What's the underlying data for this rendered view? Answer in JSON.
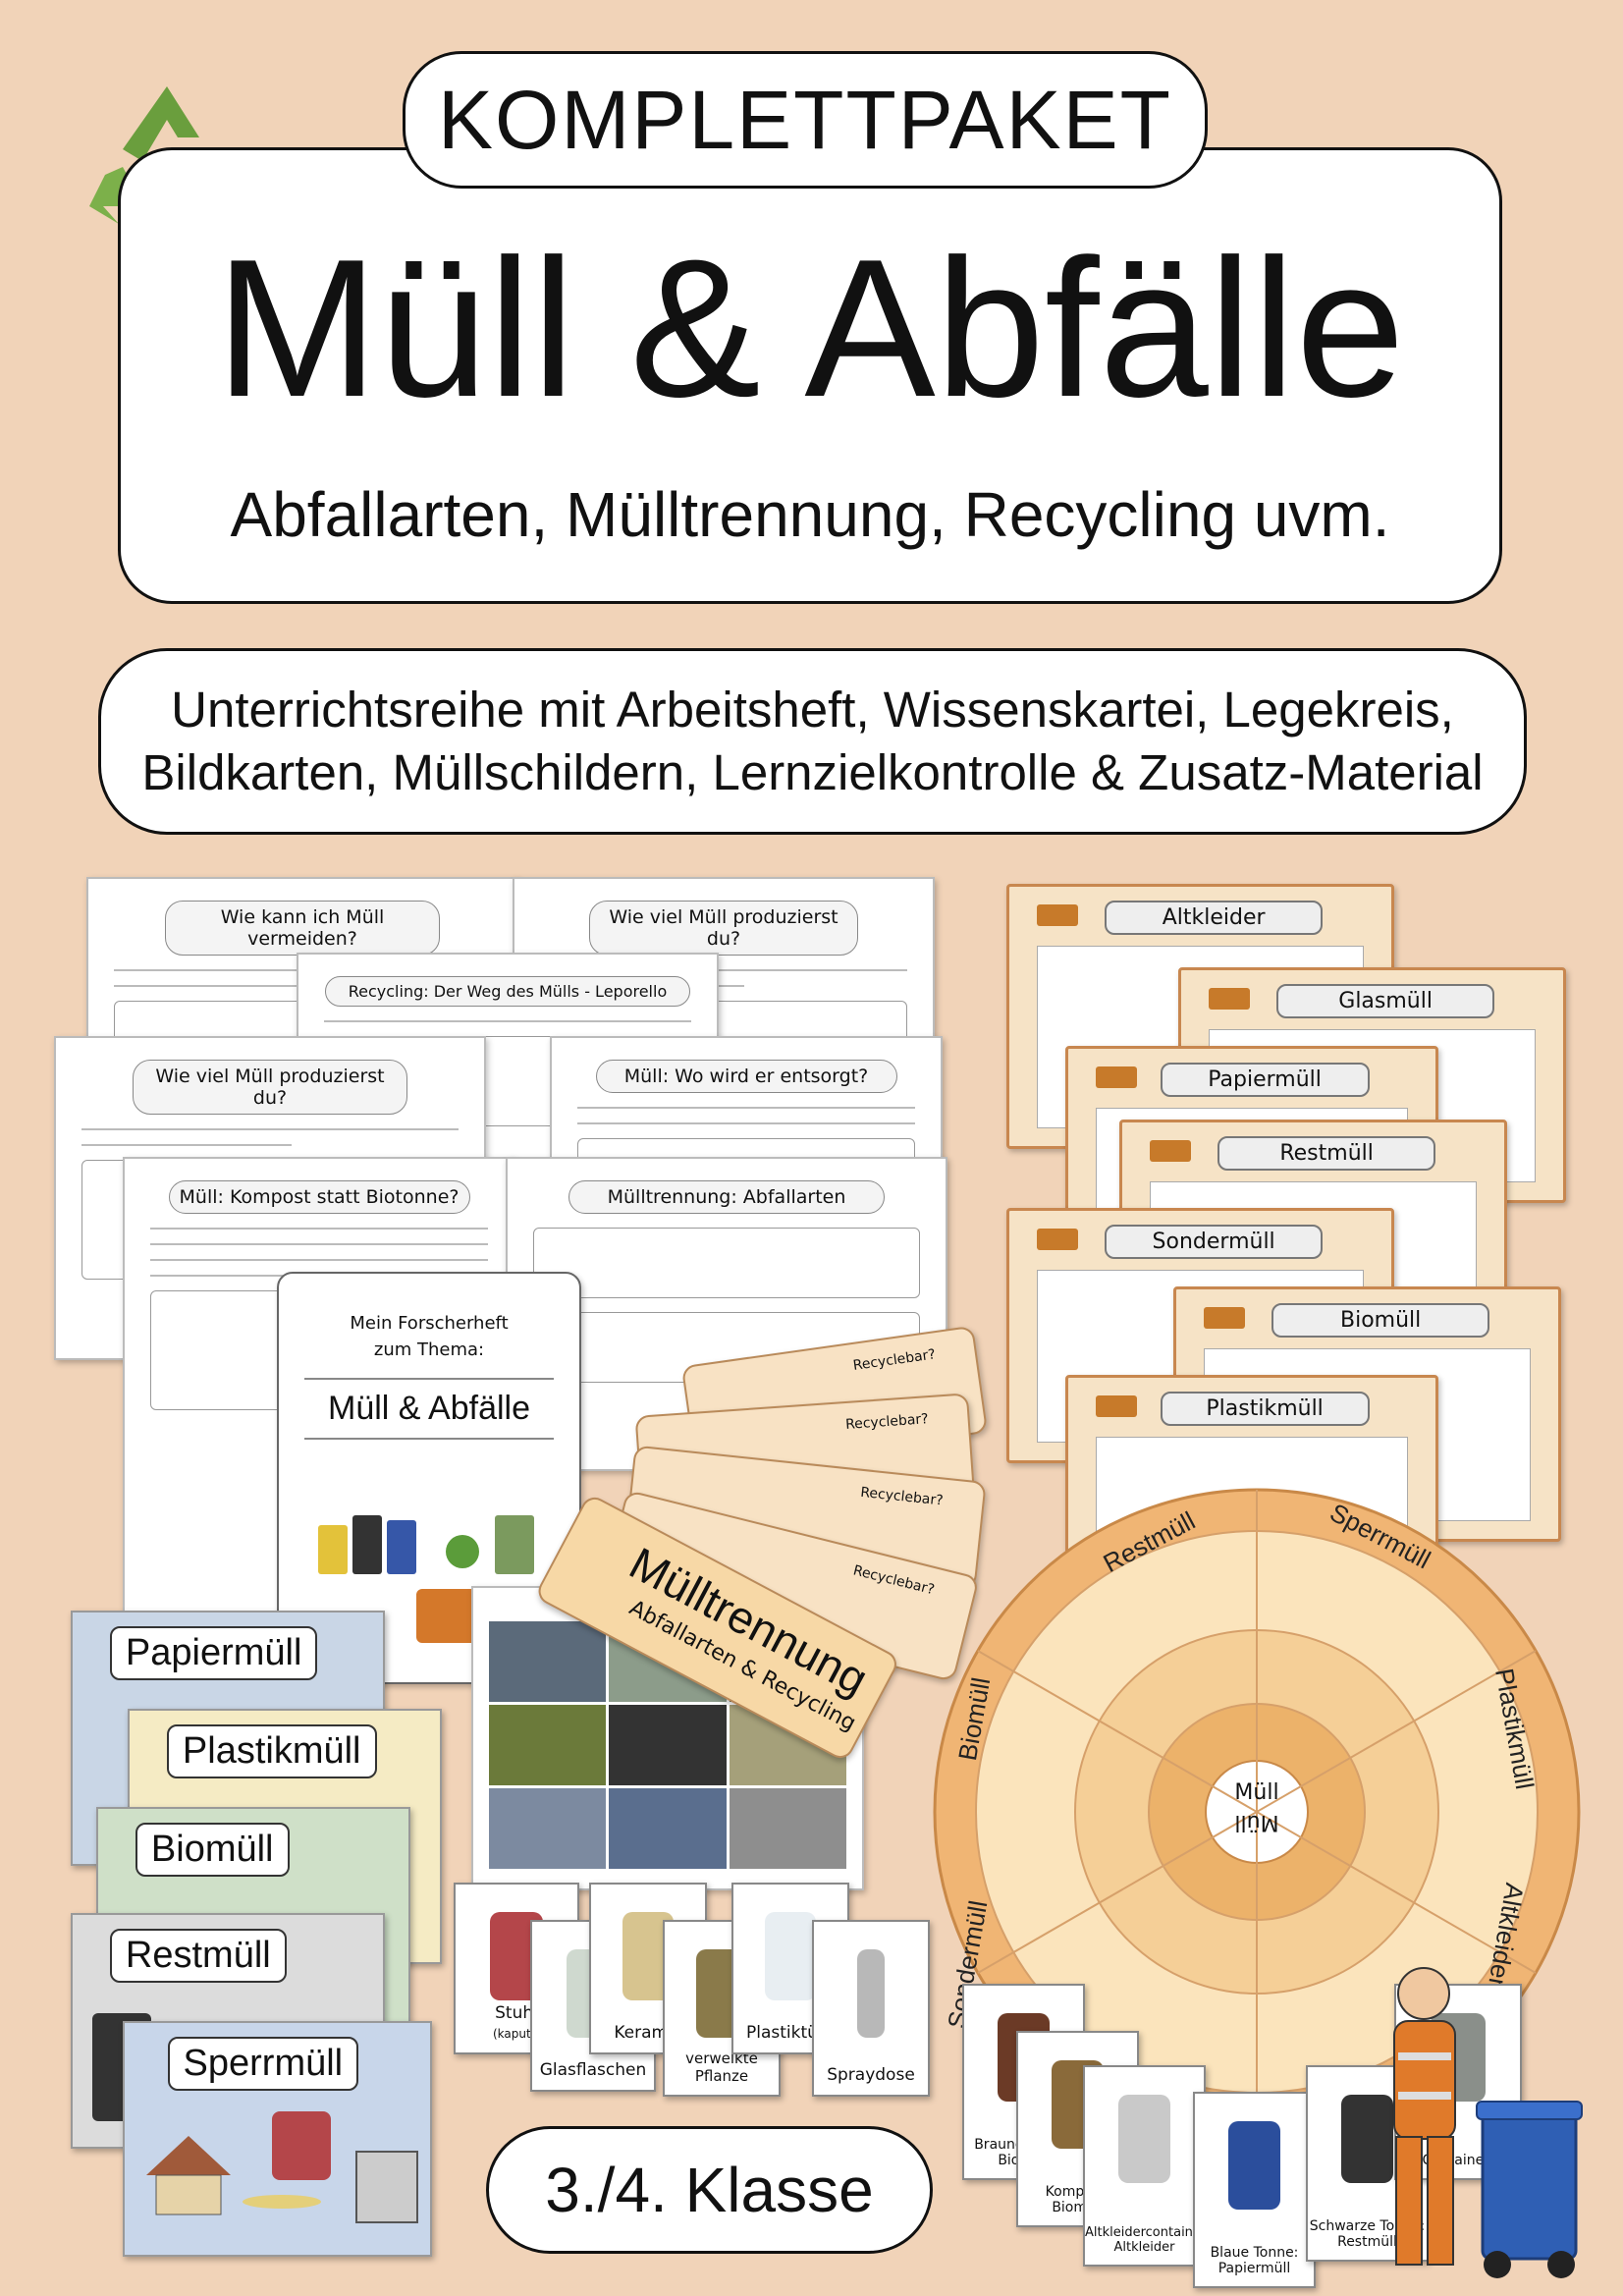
{
  "header": {
    "badge": "KOMPLETTPAKET",
    "title": "Müll & Abfälle",
    "subtitle": "Abfallarten, Mülltrennung, Recycling uvm."
  },
  "description": {
    "line1": "Unterrichtsreihe mit Arbeitsheft, Wissenskartei, Legekreis,",
    "line2": "Bildkarten, Müllschildern, Lernzielkontrolle & Zusatz-Material"
  },
  "worksheets": [
    {
      "title": "Wie kann ich Müll vermeiden?"
    },
    {
      "title": "Wie viel Müll produzierst du?"
    },
    {
      "title": "Recycling: Der Weg des Mülls - Leporello"
    },
    {
      "title": "Wie viel Müll produzierst du?"
    },
    {
      "title": "Müll: Wo wird er entsorgt?"
    },
    {
      "title": "Müll: Kompost statt Biotonne?"
    },
    {
      "title": "Mülltrennung: Abfallarten"
    }
  ],
  "booklet": {
    "line1": "Mein Forscherheft",
    "line2": "zum Thema:",
    "title": "Müll & Abfälle"
  },
  "photo_sheet": {
    "title": "Was könnte das Thema der"
  },
  "knowledge_cards": [
    "Altkleider",
    "Glasmüll",
    "Papiermüll",
    "Restmüll",
    "Sondermüll",
    "Biomüll",
    "Plastikmüll"
  ],
  "fan_deck": {
    "title": "Mülltrennung",
    "subtitle": "Abfallarten & Recycling",
    "question": "Recyclebar?"
  },
  "bin_signs": [
    {
      "label": "Papiermüll",
      "color": "#c9d6e6"
    },
    {
      "label": "Plastikmüll",
      "color": "#f5ebc4"
    },
    {
      "label": "Biomüll",
      "color": "#cfe0c8"
    },
    {
      "label": "Restmüll",
      "color": "#dcdcdc"
    },
    {
      "label": "Sperrmüll",
      "color": "#c8d6ea"
    }
  ],
  "picture_cards": [
    {
      "label": "Stuhl",
      "sub": "(kaputt)"
    },
    {
      "label": "Glasflaschen"
    },
    {
      "label": "Keramik"
    },
    {
      "label": "verwelkte Pflanze"
    },
    {
      "label": "Plastiktüte"
    },
    {
      "label": "Spraydose"
    }
  ],
  "wheel": {
    "center_top": "Müll",
    "center_bottom": "Müll",
    "segments": [
      "Restmüll",
      "Sperrmüll",
      "Plastikmüll",
      "Altkleider",
      "Sondermüll",
      "Biomüll"
    ]
  },
  "container_cards": [
    {
      "label": "Braune Tonne: Biomüll"
    },
    {
      "label": "Kompost: Biomüll"
    },
    {
      "label": "Altkleidercontainer: Altkleider"
    },
    {
      "label": "Blaue Tonne: Papiermüll"
    },
    {
      "label": "Schwarze Tonne: Restmüll"
    },
    {
      "label": "Container:"
    }
  ],
  "grade": "3./4. Klasse"
}
